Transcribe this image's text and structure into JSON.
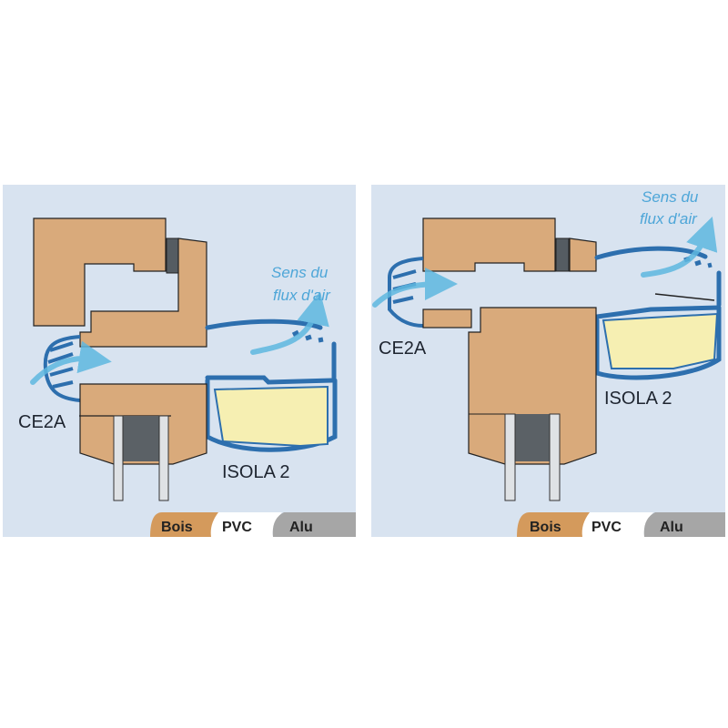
{
  "colors": {
    "background": "#d8e3f0",
    "wood": "#d9aa7b",
    "profile_blue": "#2d6fae",
    "insulation": "#f6efb2",
    "airflow": "#5fb8e0",
    "alu": "#a6a6a6"
  },
  "panels": [
    {
      "airflow_label_line1": "Sens du",
      "airflow_label_line2": "flux d'air",
      "vent_label": "CE2A",
      "profile_label": "ISOLA 2",
      "legend": [
        "Bois",
        "PVC",
        "Alu"
      ]
    },
    {
      "airflow_label_line1": "Sens du",
      "airflow_label_line2": "flux d'air",
      "vent_label": "CE2A",
      "profile_label": "ISOLA 2",
      "legend": [
        "Bois",
        "PVC",
        "Alu"
      ]
    }
  ]
}
